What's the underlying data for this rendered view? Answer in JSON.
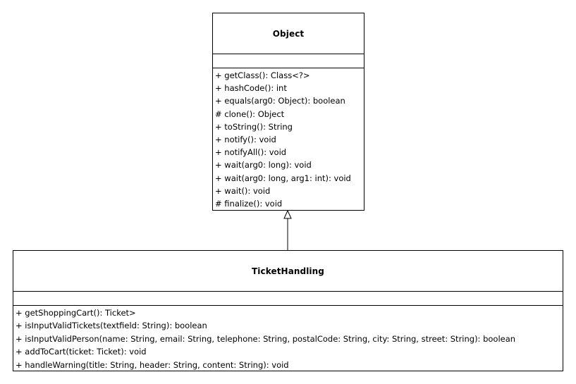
{
  "classes": {
    "object": {
      "name": "Object",
      "attributes": [],
      "operations": [
        "+ getClass(): Class<?>",
        "+ hashCode(): int",
        "+ equals(arg0: Object): boolean",
        "# clone(): Object",
        "+ toString(): String",
        "+ notify(): void",
        "+ notifyAll(): void",
        "+ wait(arg0: long): void",
        "+ wait(arg0: long, arg1: int): void",
        "+ wait(): void",
        "# finalize(): void"
      ]
    },
    "ticket_handling": {
      "name": "TicketHandling",
      "attributes": [],
      "operations": [
        "+ getShoppingCart(): Ticket>",
        "+ isInputValidTickets(textfield: String): boolean",
        "+ isInputValidPerson(name: String, email: String, telephone: String, postalCode: String, city: String, street: String): boolean",
        "+ addToCart(ticket: Ticket): void",
        "+ handleWarning(title: String, header: String, content: String): void"
      ]
    }
  },
  "relationships": [
    {
      "type": "generalization",
      "from": "TicketHandling",
      "to": "Object"
    }
  ],
  "colors": {
    "line": "#000000",
    "fill": "#ffffff"
  }
}
